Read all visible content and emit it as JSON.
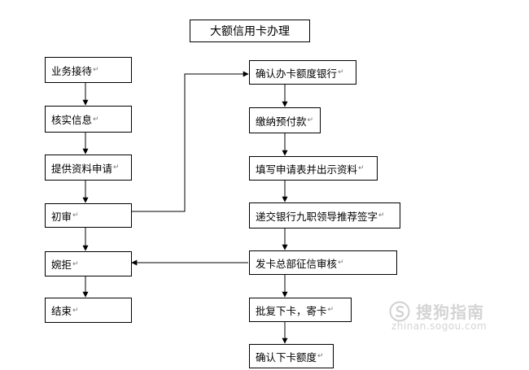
{
  "title": "大额信用卡办理",
  "return_mark": "↵",
  "left_steps": {
    "reception": "业务接待",
    "verify_info": "核实信息",
    "submit_materials": "提供资料申请",
    "initial_review": "初审",
    "decline": "婉拒",
    "end": "结束"
  },
  "right_steps": {
    "confirm_bank": "确认办卡额度银行",
    "prepayment": "缴纳预付款",
    "fill_form": "填写申请表并出示资料",
    "leader_signature": "递交银行九职领导推荐签字",
    "hq_credit_review": "发卡总部征信审核",
    "approve_mail": "批复下卡，寄卡",
    "confirm_limit": "确认下卡额度"
  },
  "watermark": {
    "name": "搜狗指南",
    "url": "zhinan.sogou.com"
  }
}
